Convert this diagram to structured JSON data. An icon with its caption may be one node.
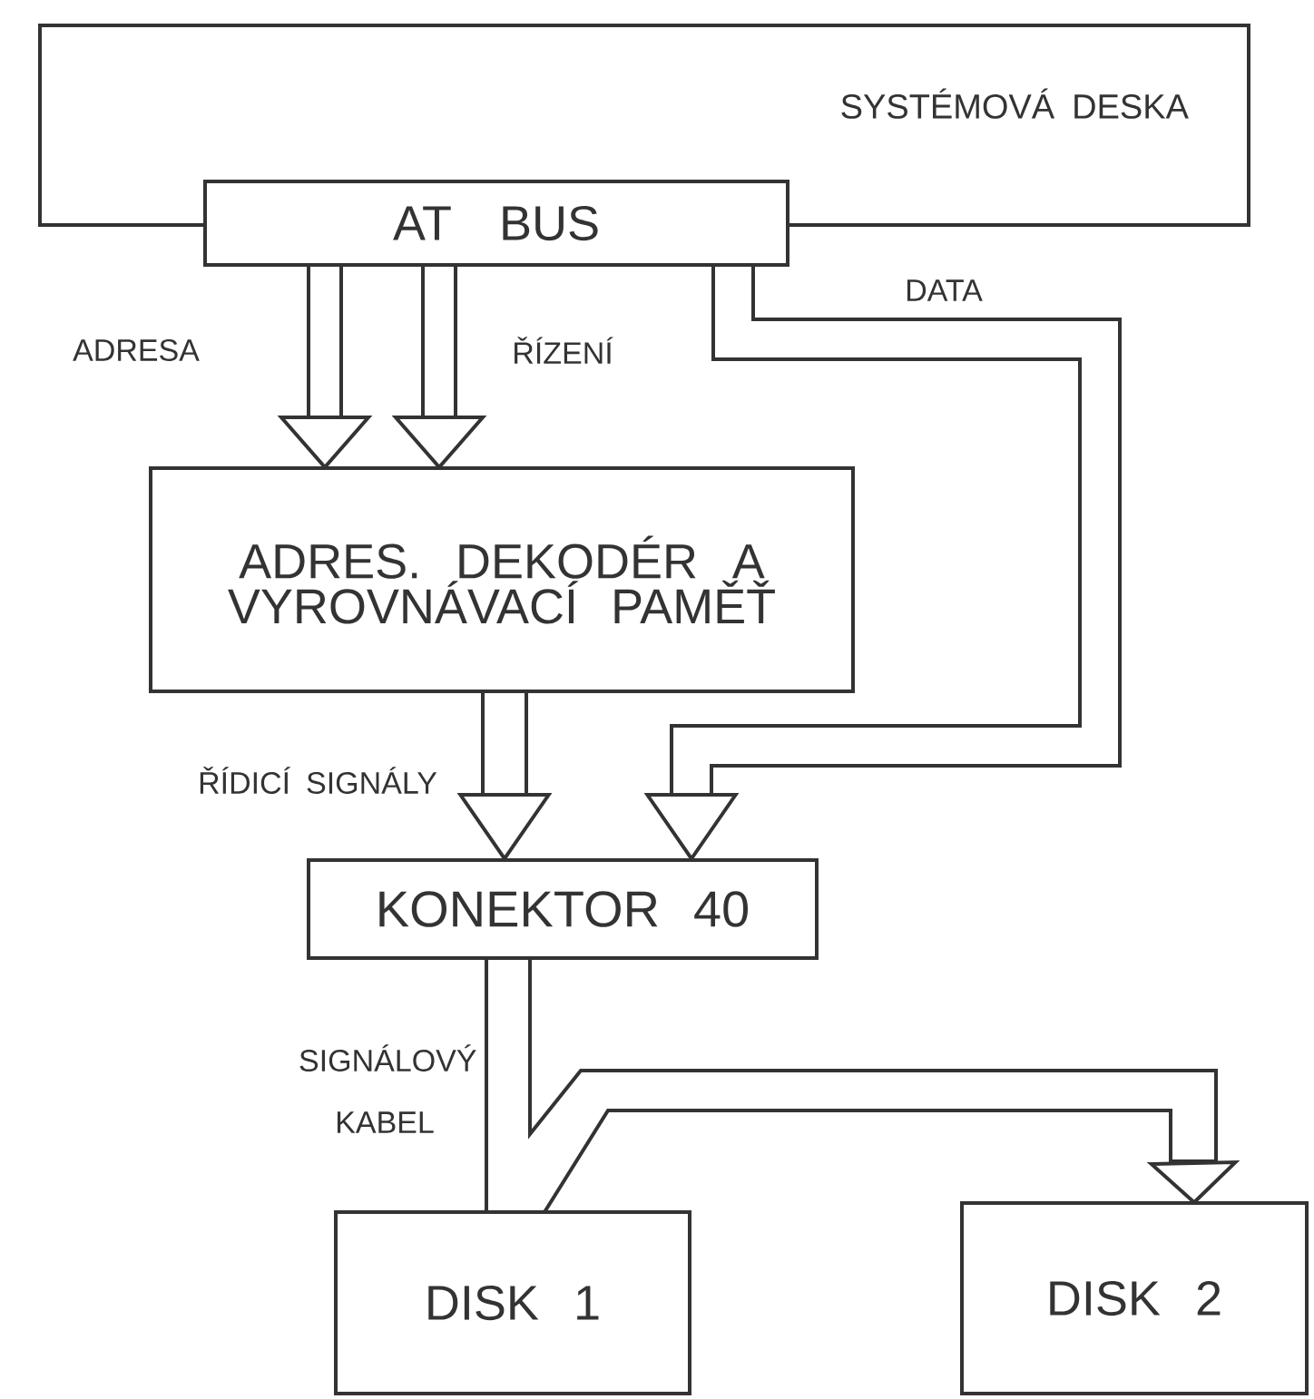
{
  "diagram": {
    "nodes": [
      {
        "text": [
          "SYSTÉMOVÁ DESKA"
        ]
      },
      {
        "text": [
          "AT BUS"
        ]
      },
      {
        "text": [
          "ADRES. DEKODÉR A VYROVNÁVACÍ PAMĚŤ"
        ]
      },
      {
        "text": [
          "KONEKTOR 40"
        ]
      },
      {
        "text": [
          "DISK 1"
        ]
      },
      {
        "text": [
          "DISK 2"
        ]
      }
    ],
    "edges": [
      {
        "from": 1,
        "to": 2,
        "arrow": "to",
        "label": "ADRESA"
      },
      {
        "from": 1,
        "to": 2,
        "arrow": "to",
        "label": "ŘÍZENÍ"
      },
      {
        "from": 1,
        "to": 3,
        "arrow": "to",
        "label": "DATA"
      },
      {
        "from": 2,
        "to": 3,
        "arrow": "to",
        "label": "ŘÍDICÍ SIGNÁLY"
      },
      {
        "from": 3,
        "to": 4,
        "arrow": "none",
        "label": "SIGNÁLOVÝ KABEL"
      },
      {
        "from": 3,
        "to": 5,
        "arrow": "to"
      }
    ]
  }
}
